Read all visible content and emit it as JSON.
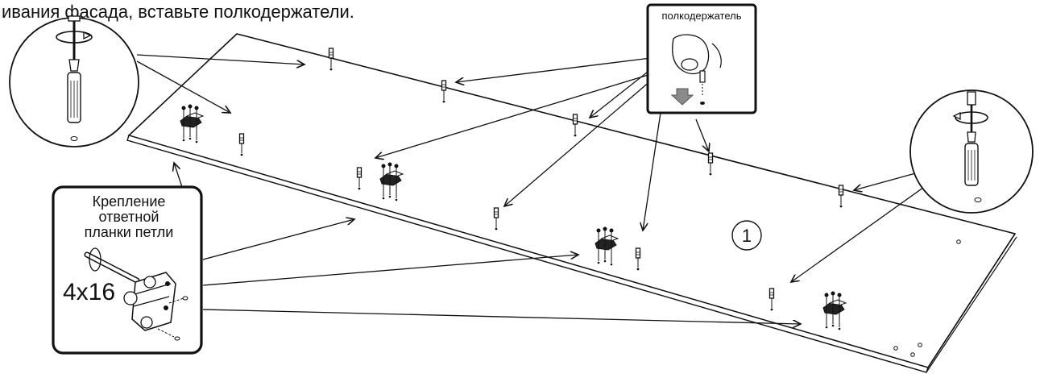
{
  "header_text": "ивания фасада, вставьте полкодержатели.",
  "shelf_support_label": "полкодержатель",
  "hinge_callout": {
    "title_lines": [
      "Крепление",
      "ответной",
      "планки петли"
    ],
    "screw_size": "4x16"
  },
  "panel_number": "1",
  "colors": {
    "line": "#111111",
    "panel": "#ffffff",
    "arrow_fill": "#8a8a8a"
  },
  "icons": [
    "screwdriver-icon",
    "rotation-arrow-icon",
    "shelf-support-pin-icon",
    "hinge-plate-icon",
    "hand-icon",
    "down-arrow-icon"
  ]
}
